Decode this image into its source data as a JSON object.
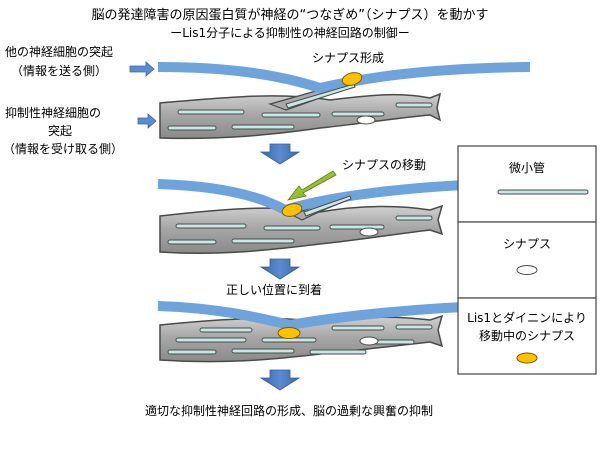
{
  "title": {
    "line1": "脳の発達障害の原因蛋白質が神経の“つなぎめ”（シナプス）を動かす",
    "line2": "ーLis1分子による抑制性の神経回路の制御ー"
  },
  "labels": {
    "other_neuron_1": "他の神経細胞の突起",
    "other_neuron_2": "（情報を送る側）",
    "inhib_neuron_1": "抑制性神経細胞の",
    "inhib_neuron_2": "突起",
    "inhib_neuron_3": "（情報を受け取る側）",
    "synapse_formation": "シナプス形成",
    "synapse_movement": "シナプスの移動",
    "arrival": "正しい位置に到着",
    "conclusion": "適切な抑制性神経回路の形成、脳の過剰な興奮の抑制"
  },
  "legend": {
    "microtubule": "微小管",
    "synapse": "シナプス",
    "moving_1": "Lis1とダイニンにより",
    "moving_2": "移動中のシナプス"
  },
  "colors": {
    "axon_blue": "#6fa3dc",
    "dendrite_gray": "#a6a6a6",
    "microtubule_fill": "#c7e8e6",
    "synapse_yellow": "#ffc000",
    "arrow_blue": "#4a78b8",
    "pointer_green": "#8fbf1f"
  }
}
